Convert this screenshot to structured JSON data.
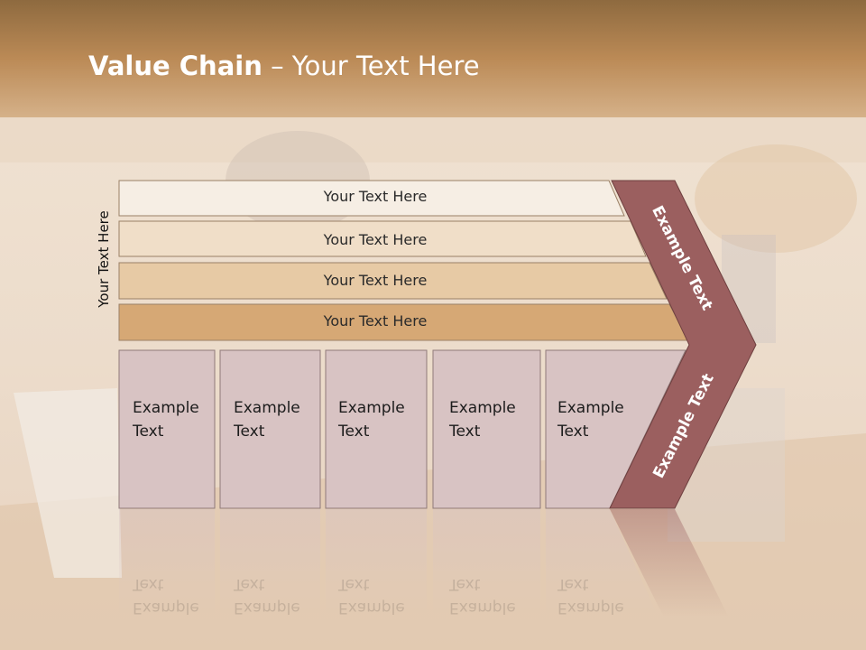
{
  "title": {
    "bold": "Value Chain",
    "rest": " – Your Text Here"
  },
  "side_label": "Your Text Here",
  "rows": [
    "Your Text Here",
    "Your Text Here",
    "Your Text Here",
    "Your Text Here"
  ],
  "boxes": [
    "Example\nText",
    "Example\nText",
    "Example\nText",
    "Example\nText",
    "Example\nText"
  ],
  "chevron": {
    "upper": "Example Text",
    "lower": "Example Text"
  },
  "colors": {
    "header": "#b98650",
    "row1": "#f6eee4",
    "row2": "#f0dec8",
    "row3": "#e7caa5",
    "row4": "#d6a875",
    "box": "#d8c3c3",
    "chevron": "#9b5f5f"
  }
}
